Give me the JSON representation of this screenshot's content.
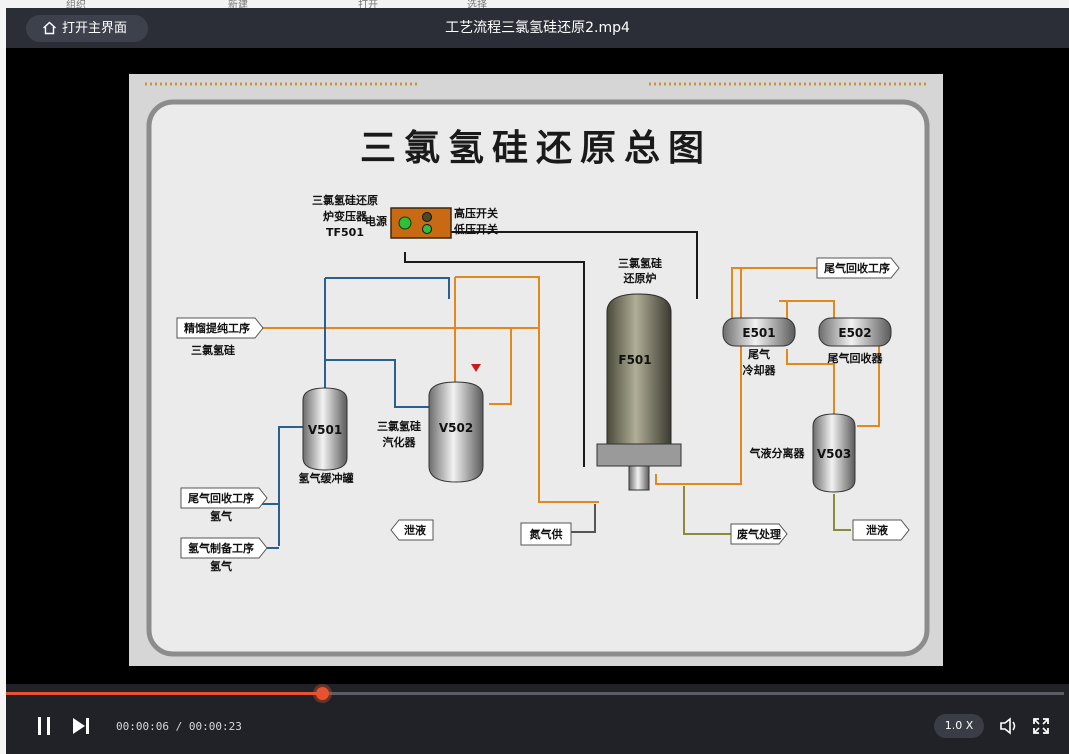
{
  "background_menu": [
    "组织",
    "新建",
    "打开",
    "选择"
  ],
  "player": {
    "home_label": "打开主界面",
    "title": "工艺流程三氯氢硅还原2.mp4",
    "current_time": "00:00:06",
    "separator": " / ",
    "total_time": "00:00:23",
    "speed": "1.0 X",
    "progress": 0.3,
    "accent": "#e8532f"
  },
  "diagram": {
    "title": "三氯氢硅还原总图",
    "transformer": [
      "三氯氢硅还原",
      "炉变压器",
      "TF501"
    ],
    "power_label": "电源",
    "switches": [
      "高压开关",
      "低压开关"
    ],
    "furnace_name": [
      "三氯氢硅",
      "还原炉"
    ],
    "furnace_tag": "F501",
    "feed_source": "精馏提纯工序",
    "feed_material": "三氯氢硅",
    "v501_tag": "V501",
    "v501_name": "氢气缓冲罐",
    "v502_tag": "V502",
    "v502_name": [
      "三氯氢硅",
      "汽化器"
    ],
    "h2_source1": "尾气回收工序",
    "h2_source1_sub": "氢气",
    "h2_source2": "氢气制备工序",
    "h2_source2_sub": "氢气",
    "drain1": "泄液",
    "nitrogen": "氮气供",
    "waste_gas": "废气处理",
    "tail_gas_dest": "尾气回收工序",
    "e501_tag": "E501",
    "e501_name": [
      "尾气",
      "冷却器"
    ],
    "e502_tag": "E502",
    "e502_name": "尾气回收器",
    "v503_tag": "V503",
    "v503_name": "气液分离器",
    "drain2": "泄液",
    "colors": {
      "orange_line": "#e08a1e",
      "blue_line": "#2a5f8f",
      "black_line": "#1a1a1a",
      "olive_line": "#8a8a3a",
      "panel": "#c86a14",
      "led": "#2fbf3a"
    }
  }
}
